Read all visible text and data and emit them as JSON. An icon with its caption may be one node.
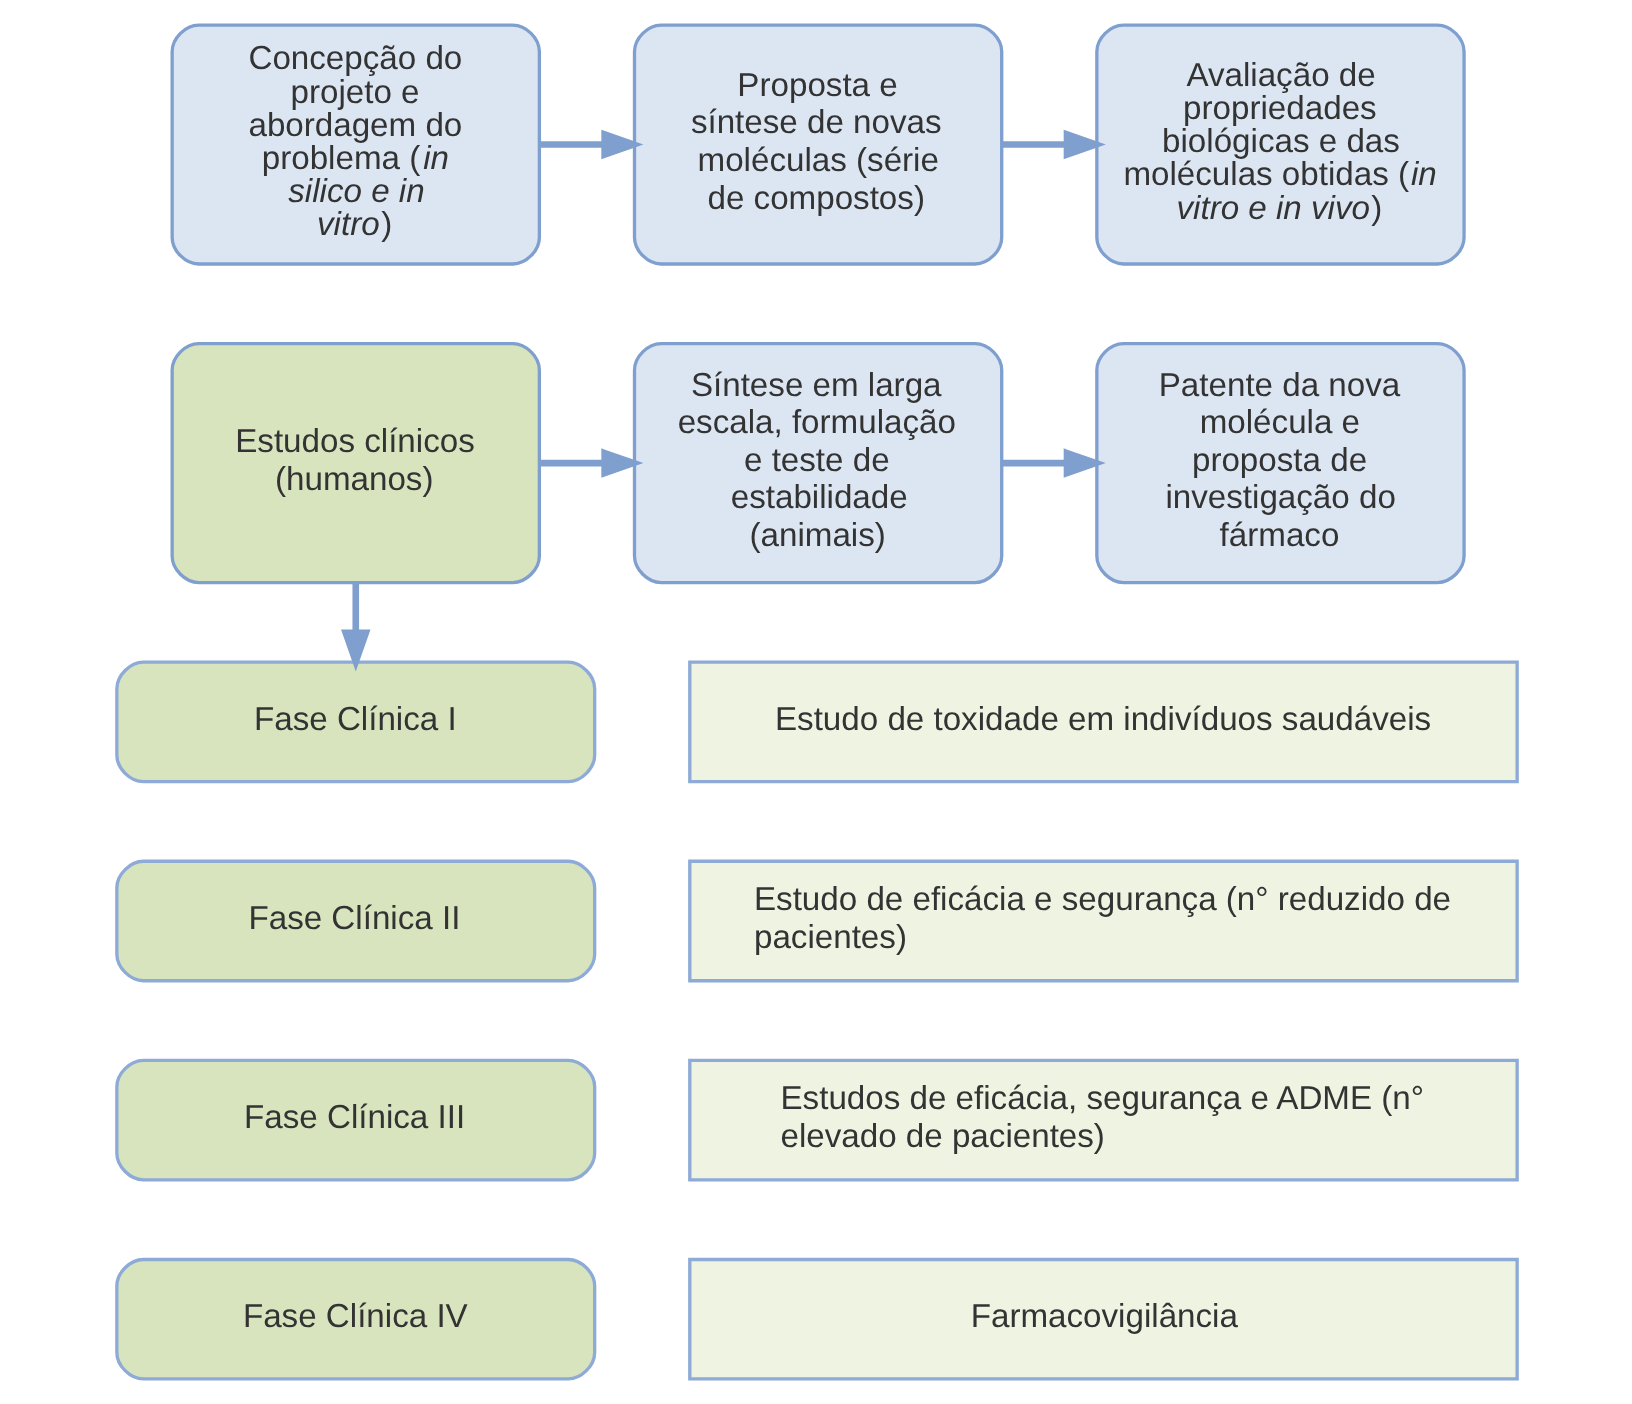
{
  "diagram": {
    "nodes": [
      {
        "text": [
          "Concepção do projeto e abordagem do problema (*in silico e in vitro*)"
        ]
      },
      {
        "text": [
          "Proposta e síntese de novas moléculas (série de compostos)"
        ]
      },
      {
        "text": [
          "Avaliação de propriedades biológicas e das moléculas obtidas (*in vitro e in vivo*)"
        ]
      },
      {
        "text": [
          "Estudos clínicos (humanos)"
        ]
      },
      {
        "text": [
          "Síntese em larga escala, formulação e teste de estabilidade (animais)"
        ]
      },
      {
        "text": [
          "Patente da nova molécula e proposta de investigação do fármaco"
        ]
      },
      {
        "text": [
          "Fase Clínica I"
        ]
      },
      {
        "text": [
          "Estudo de toxidade em indivíduos saudáveis"
        ]
      },
      {
        "text": [
          "Fase Clínica II"
        ]
      },
      {
        "text": [
          "Estudo de eficácia e segurança (n° reduzido de pacientes)"
        ]
      },
      {
        "text": [
          "Fase Clínica III"
        ]
      },
      {
        "text": [
          "Estudos de eficácia, segurança e ADME (n° elevado de pacientes)"
        ]
      },
      {
        "text": [
          "Fase Clínica IV"
        ]
      },
      {
        "text": [
          "Farmacovigilância"
        ]
      }
    ],
    "edges": [
      {
        "from": 0,
        "to": 1,
        "arrow": "to"
      },
      {
        "from": 1,
        "to": 2,
        "arrow": "to"
      },
      {
        "from": 3,
        "to": 4,
        "arrow": "to"
      },
      {
        "from": 4,
        "to": 5,
        "arrow": "to"
      },
      {
        "from": 3,
        "to": 6,
        "arrow": "to"
      }
    ]
  }
}
